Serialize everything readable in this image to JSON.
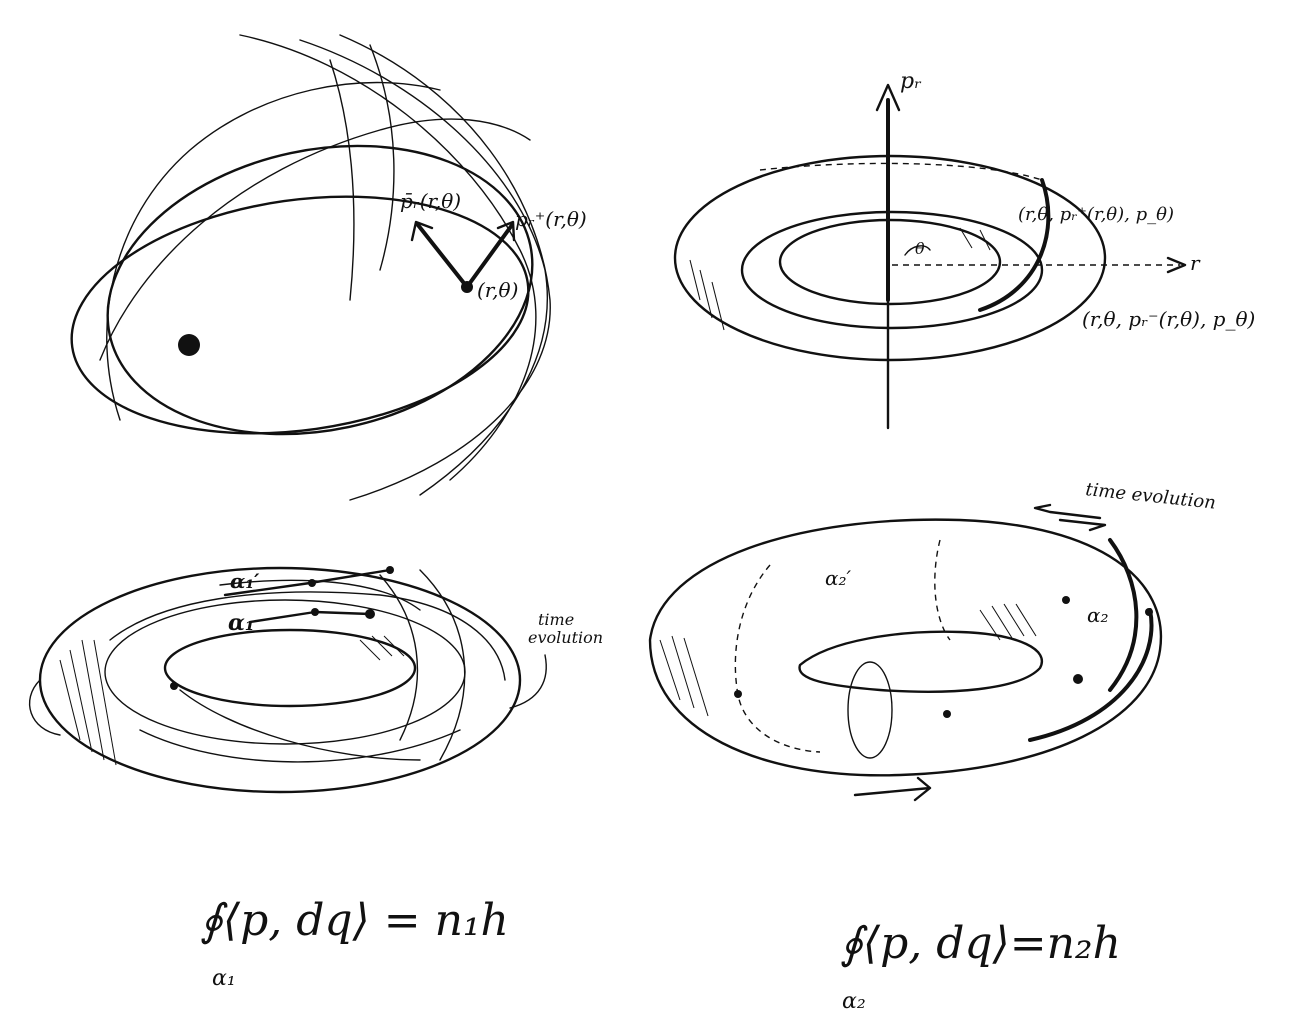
{
  "panel_top_left": {
    "label_p_minus": "p̄ᵣ(r,θ)",
    "label_p_plus": "pᵣ⁺(r,θ)",
    "label_point": "(r,θ)"
  },
  "panel_top_right": {
    "axis_pr": "pᵣ",
    "axis_r": "r",
    "angle": "θ",
    "label_upper": "(r,θ, pᵣ⁺(r,θ), p_θ)",
    "label_lower": "(r,θ, pᵣ⁻(r,θ), p_θ)"
  },
  "panel_bottom_left": {
    "alpha1_prime": "α₁′",
    "alpha1": "α₁",
    "time_label_1": "time",
    "time_label_2": "evolution"
  },
  "panel_bottom_right": {
    "alpha2_prime": "α₂′",
    "alpha2": "α₂",
    "time_label": "time evolution"
  },
  "formulas": {
    "left_body": "∮⟨p, dq⟩ = n₁h",
    "left_sub": "α₁",
    "right_body": "∮⟨p, dq⟩=n₂h",
    "right_sub": "α₂"
  },
  "ink_color": "#111111"
}
